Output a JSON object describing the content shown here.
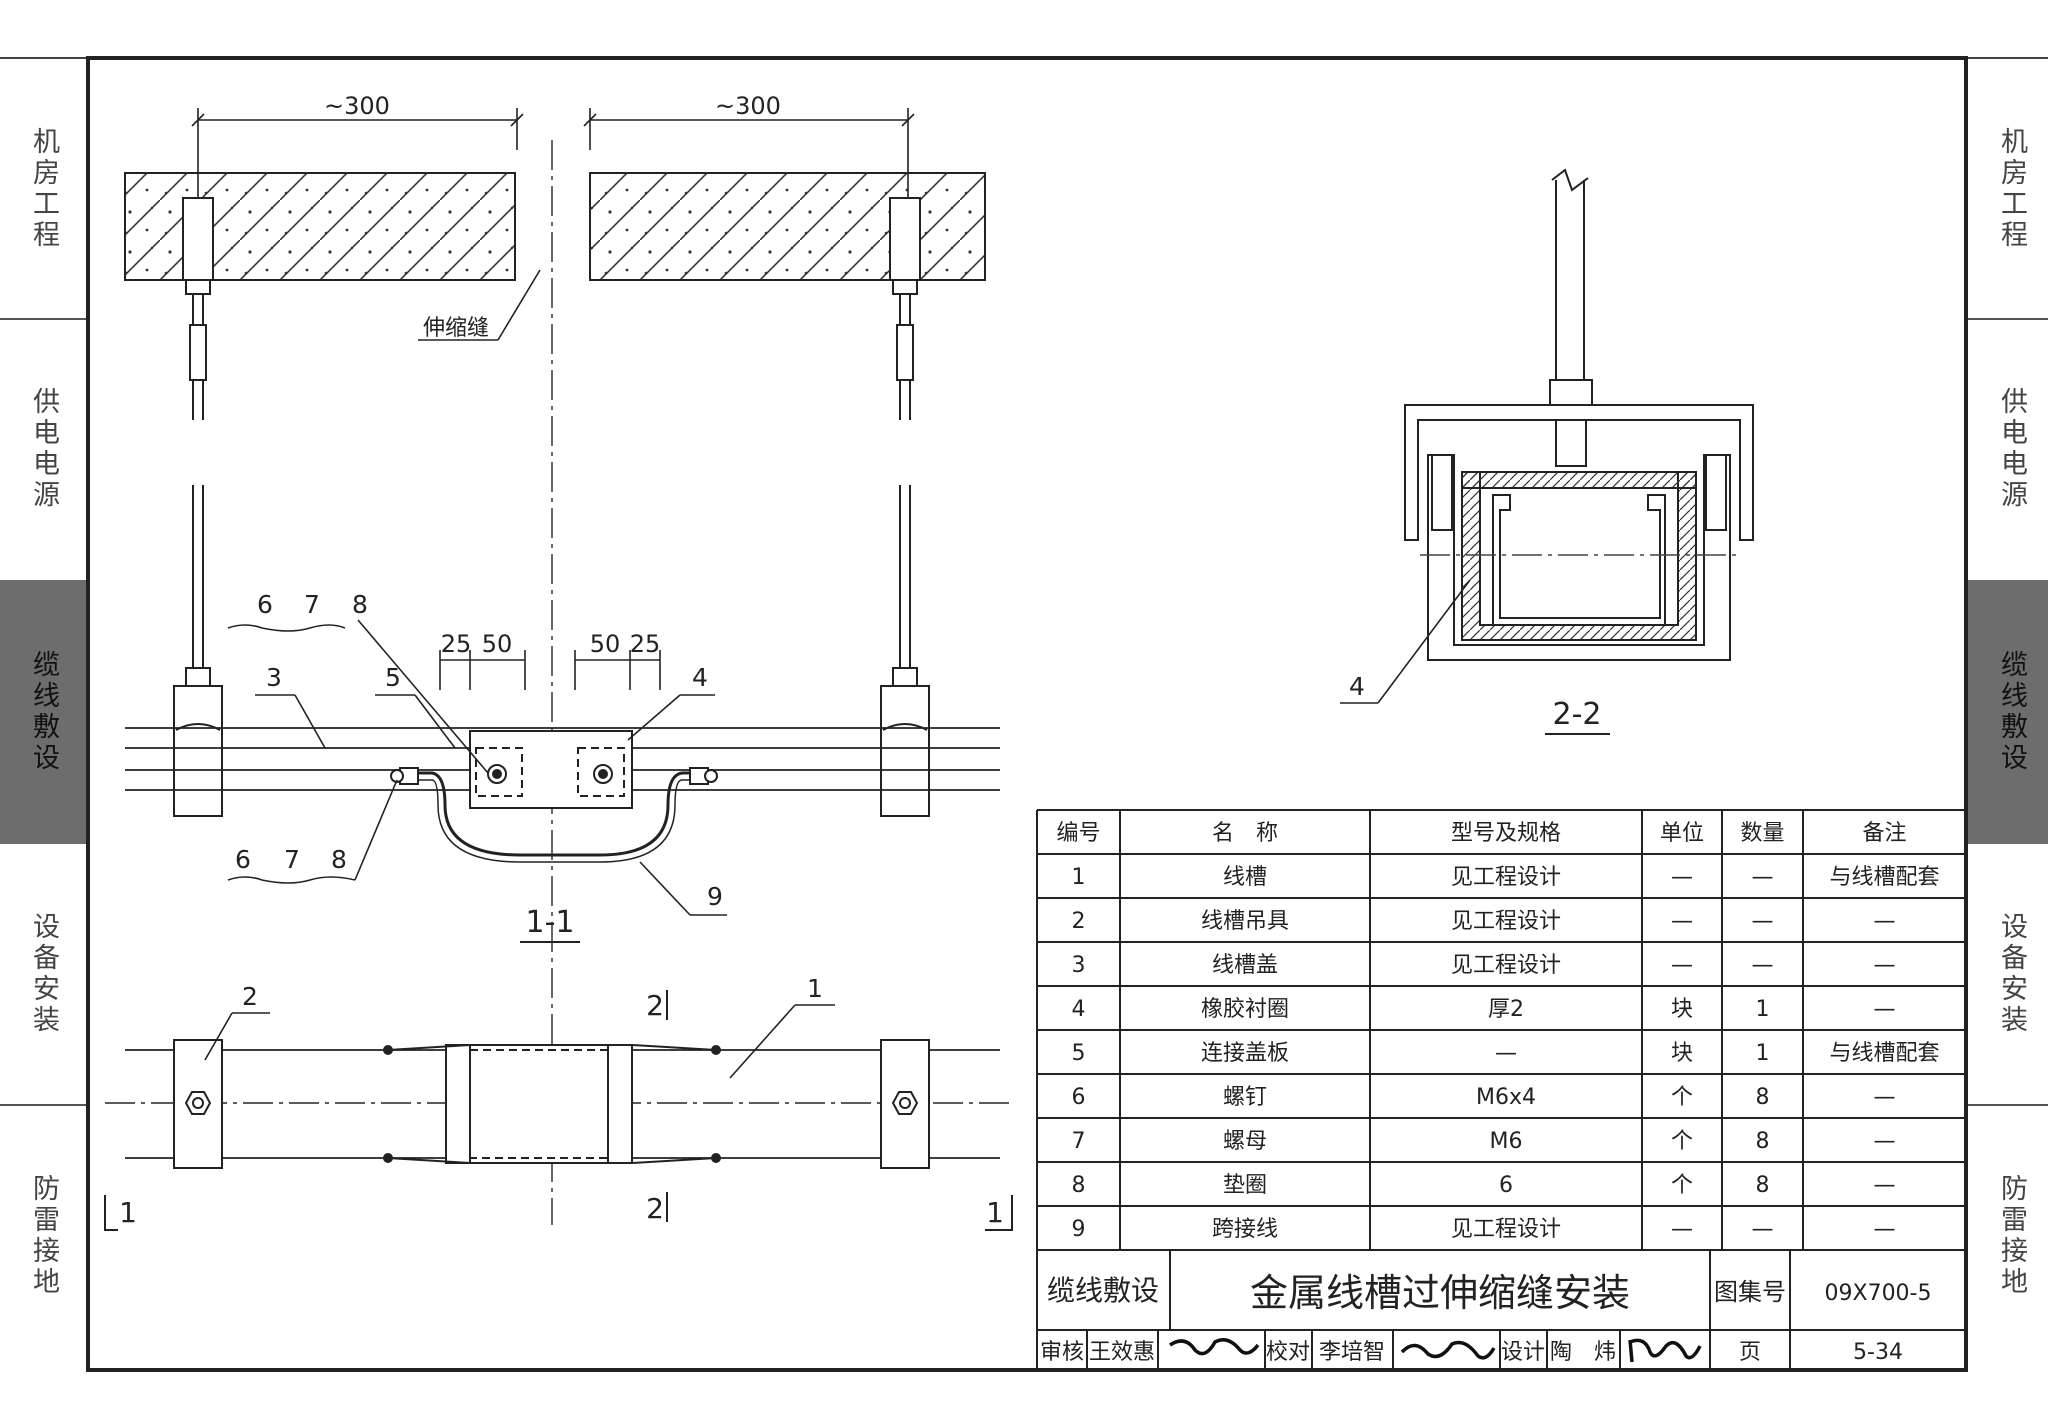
{
  "sidebar": {
    "items": [
      {
        "label": "机房工程",
        "active": false
      },
      {
        "label": "供电电源",
        "active": false
      },
      {
        "label": "缆线敷设",
        "active": true
      },
      {
        "label": "设备安装",
        "active": false
      },
      {
        "label": "防雷接地",
        "active": false
      }
    ]
  },
  "drawing": {
    "dim_300": "~300",
    "expansion_joint_label": "伸缩缝",
    "dims": {
      "d25": "25",
      "d50": "50"
    },
    "callouts": {
      "n1": "1",
      "n2": "2",
      "n3": "3",
      "n4": "4",
      "n5": "5",
      "n6": "6",
      "n7": "7",
      "n8": "8",
      "n9": "9"
    },
    "section_1_1": "1-1",
    "section_2_2": "2-2",
    "cut_mark_1": "1",
    "cut_mark_2": "2"
  },
  "parts_table": {
    "headers": [
      "编号",
      "名　称",
      "型号及规格",
      "单位",
      "数量",
      "备注"
    ],
    "rows": [
      [
        "1",
        "线槽",
        "见工程设计",
        "—",
        "—",
        "与线槽配套"
      ],
      [
        "2",
        "线槽吊具",
        "见工程设计",
        "—",
        "—",
        "—"
      ],
      [
        "3",
        "线槽盖",
        "见工程设计",
        "—",
        "—",
        "—"
      ],
      [
        "4",
        "橡胶衬圈",
        "厚2",
        "块",
        "1",
        "—"
      ],
      [
        "5",
        "连接盖板",
        "—",
        "块",
        "1",
        "与线槽配套"
      ],
      [
        "6",
        "螺钉",
        "M6x4",
        "个",
        "8",
        "—"
      ],
      [
        "7",
        "螺母",
        "M6",
        "个",
        "8",
        "—"
      ],
      [
        "8",
        "垫圈",
        "6",
        "个",
        "8",
        "—"
      ],
      [
        "9",
        "跨接线",
        "见工程设计",
        "—",
        "—",
        "—"
      ]
    ]
  },
  "title_block": {
    "category": "缆线敷设",
    "title": "金属线槽过伸缩缝安装",
    "atlas_label": "图集号",
    "atlas_number": "09X700-5",
    "review_label": "审核",
    "review_name": "王效惠",
    "check_label": "校对",
    "check_name": "李培智",
    "design_label": "设计",
    "design_name": "陶　炜",
    "page_label": "页",
    "page_number": "5-34"
  }
}
